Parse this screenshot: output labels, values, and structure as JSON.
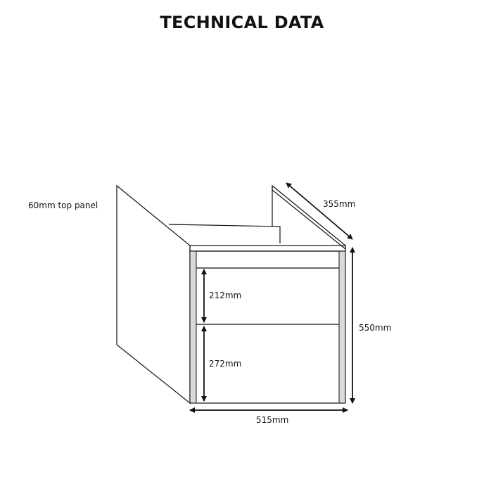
{
  "title": "TECHNICAL DATA",
  "labels": {
    "top_panel": "60mm top panel",
    "depth": "355mm",
    "height": "550mm",
    "upper_drawer": "212mm",
    "lower_drawer": "272mm",
    "width": "515mm"
  },
  "colors": {
    "line": "#111111",
    "side_strip": "#d9d9d9"
  }
}
